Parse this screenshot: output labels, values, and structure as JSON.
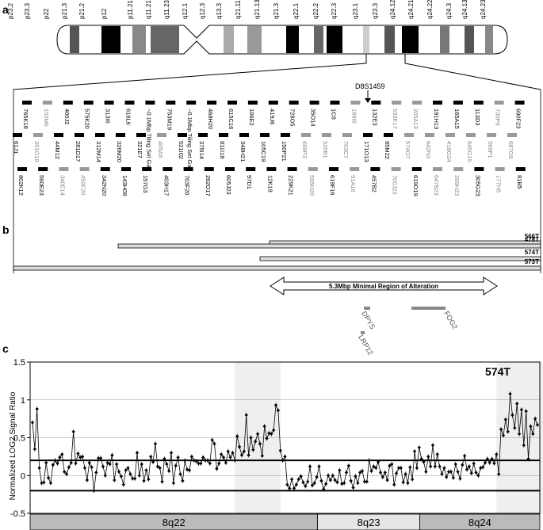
{
  "panels": {
    "a": "a",
    "b": "b",
    "c": "c"
  },
  "ideogram": {
    "bands": [
      "p23.2",
      "p23.3",
      "p22",
      "p21.3",
      "p21.2",
      "p12",
      "p11.21",
      "q11.21",
      "q11.23",
      "q12.1",
      "q12.3",
      "q13.3",
      "q21.11",
      "q21.13",
      "q21.3",
      "q22.1",
      "q22.2",
      "q22.3",
      "q23.1",
      "q23.3",
      "q24.12",
      "q24.21",
      "q24.22",
      "q24.3",
      "q24.13",
      "q24.23"
    ],
    "marker": "D8S1459"
  },
  "clones": {
    "row1": [
      {
        "label": "765K18",
        "c": "#000"
      },
      {
        "label": "155M6",
        "c": "#999"
      },
      {
        "label": "400J2",
        "c": "#000"
      },
      {
        "label": "575K20",
        "c": "#000"
      },
      {
        "label": "313I6",
        "c": "#000"
      },
      {
        "label": "616L6",
        "c": "#000"
      },
      {
        "label": "~0.1Mbp Tiling Set Gap",
        "c": "#000"
      },
      {
        "label": "753M19",
        "c": "#000"
      },
      {
        "label": "~0.1Mbp Tiling Set Gap",
        "c": "#000"
      },
      {
        "label": "468H20",
        "c": "#000"
      },
      {
        "label": "615C16",
        "c": "#000"
      },
      {
        "label": "106E2",
        "c": "#000"
      },
      {
        "label": "419J6",
        "c": "#000"
      },
      {
        "label": "728O5",
        "c": "#000"
      },
      {
        "label": "35O14",
        "c": "#000"
      },
      {
        "label": "1C8",
        "c": "#000"
      },
      {
        "label": "188I8",
        "c": "#999"
      },
      {
        "label": "132E3",
        "c": "#000"
      },
      {
        "label": "533K17",
        "c": "#999"
      },
      {
        "label": "205A13",
        "c": "#999"
      },
      {
        "label": "191H13",
        "c": "#000"
      },
      {
        "label": "165A15",
        "c": "#000"
      },
      {
        "label": "113D3",
        "c": "#000"
      },
      {
        "label": "730P6",
        "c": "#999"
      },
      {
        "label": "690F23",
        "c": "#000"
      }
    ],
    "row2": [
      {
        "label": "61J1",
        "c": "#000"
      },
      {
        "label": "391O18",
        "c": "#999"
      },
      {
        "label": "44M12",
        "c": "#000"
      },
      {
        "label": "281D17",
        "c": "#000"
      },
      {
        "label": "312M14",
        "c": "#000"
      },
      {
        "label": "326M20",
        "c": "#000"
      },
      {
        "label": "321E7",
        "c": "#000"
      },
      {
        "label": "405A5",
        "c": "#999"
      },
      {
        "label": "521I02",
        "c": "#000"
      },
      {
        "label": "375I14",
        "c": "#000"
      },
      {
        "label": "811I18",
        "c": "#000"
      },
      {
        "label": "348H21",
        "c": "#000"
      },
      {
        "label": "105C19",
        "c": "#000"
      },
      {
        "label": "150P21",
        "c": "#000"
      },
      {
        "label": "689P3",
        "c": "#999"
      },
      {
        "label": "520B1",
        "c": "#999"
      },
      {
        "label": "703C7",
        "c": "#999"
      },
      {
        "label": "171O13",
        "c": "#000"
      },
      {
        "label": "85M22",
        "c": "#000"
      },
      {
        "label": "574O7",
        "c": "#999"
      },
      {
        "label": "642N3",
        "c": "#999"
      },
      {
        "label": "418G24",
        "c": "#999"
      },
      {
        "label": "645G15",
        "c": "#999"
      },
      {
        "label": "568P1",
        "c": "#999"
      },
      {
        "label": "687O9",
        "c": "#999"
      }
    ],
    "row3": [
      {
        "label": "802K12",
        "c": "#000"
      },
      {
        "label": "560E23",
        "c": "#000"
      },
      {
        "label": "340E14",
        "c": "#999"
      },
      {
        "label": "459F20",
        "c": "#999"
      },
      {
        "label": "342N20",
        "c": "#000"
      },
      {
        "label": "143H08",
        "c": "#000"
      },
      {
        "label": "157G3",
        "c": "#000"
      },
      {
        "label": "403H17",
        "c": "#000"
      },
      {
        "label": "703F20",
        "c": "#000"
      },
      {
        "label": "262O17",
        "c": "#000"
      },
      {
        "label": "605J23",
        "c": "#000"
      },
      {
        "label": "97D1",
        "c": "#000"
      },
      {
        "label": "12K18",
        "c": "#000"
      },
      {
        "label": "229K21",
        "c": "#000"
      },
      {
        "label": "595H20",
        "c": "#999"
      },
      {
        "label": "619F16",
        "c": "#000"
      },
      {
        "label": "91A16",
        "c": "#999"
      },
      {
        "label": "457B2",
        "c": "#000"
      },
      {
        "label": "700J23",
        "c": "#999"
      },
      {
        "label": "619O19",
        "c": "#000"
      },
      {
        "label": "647B23",
        "c": "#999"
      },
      {
        "label": "269H23",
        "c": "#999"
      },
      {
        "label": "305G23",
        "c": "#000"
      },
      {
        "label": "177H8",
        "c": "#999"
      },
      {
        "label": "81B5",
        "c": "#000"
      }
    ]
  },
  "tumors": [
    "566T",
    "574T",
    "478T",
    "573T"
  ],
  "region_label": "5.3Mbp Minimal Region of Alteration",
  "genes": [
    "DPYS",
    "LRP12",
    "FOG2"
  ],
  "chart_data": {
    "type": "line",
    "title": "574T",
    "xlabel": "",
    "ylabel": "Normalized LOG2 Signal Ratio",
    "ylim": [
      -0.5,
      1.5
    ],
    "yticks": [
      "1.5",
      "1",
      "0.5",
      "0",
      "-0.5"
    ],
    "thresholds": [
      0.2,
      -0.2
    ],
    "regions": [
      {
        "name": "8q22",
        "from": 0,
        "to": 126
      },
      {
        "name": "8q23",
        "from": 126,
        "to": 171
      },
      {
        "name": "8q24",
        "from": 171,
        "to": 229
      }
    ],
    "shaded": [
      [
        90,
        108
      ],
      [
        205,
        229
      ]
    ],
    "values": [
      0.7,
      0.35,
      0.88,
      0.1,
      -0.1,
      -0.09,
      0.17,
      -0.03,
      -0.1,
      0.14,
      0.2,
      0.16,
      0.24,
      0.28,
      0.05,
      0.02,
      0.11,
      0.17,
      0.58,
      0.16,
      0.29,
      0.24,
      0.25,
      0.1,
      -0.06,
      0.17,
      0.11,
      -0.2,
      0.04,
      0.23,
      0.23,
      0.12,
      0.0,
      0.17,
      0.15,
      0.27,
      -0.06,
      0.15,
      0.05,
      -0.01,
      -0.12,
      0.07,
      0.1,
      0.02,
      -0.04,
      -0.04,
      0.3,
      0.0,
      0.15,
      -0.07,
      0.07,
      -0.05,
      0.25,
      0.18,
      0.42,
      0.12,
      0.1,
      -0.08,
      0.22,
      0.15,
      0.06,
      0.3,
      -0.1,
      0.13,
      0.24,
      0.02,
      -0.07,
      0.2,
      0.08,
      0.07,
      0.25,
      0.2,
      0.19,
      0.16,
      0.16,
      0.24,
      0.2,
      0.2,
      0.16,
      0.47,
      0.42,
      0.09,
      0.16,
      0.28,
      0.24,
      0.17,
      0.32,
      0.24,
      0.3,
      0.2,
      0.52,
      0.38,
      0.27,
      0.32,
      0.8,
      0.27,
      0.5,
      0.34,
      0.45,
      0.55,
      0.42,
      0.26,
      0.65,
      0.49,
      0.56,
      0.55,
      0.6,
      0.93,
      0.86,
      0.33,
      0.2,
      0.25,
      -0.12,
      -0.17,
      -0.05,
      -0.17,
      -0.12,
      -0.05,
      -0.01,
      -0.09,
      -0.14,
      -0.08,
      0.12,
      -0.13,
      -0.1,
      -0.02,
      0.12,
      -0.07,
      -0.18,
      -0.11,
      0.0,
      -0.06,
      0.0,
      -0.06,
      -0.09,
      0.07,
      -0.11,
      -0.1,
      0.04,
      0.13,
      -0.07,
      -0.16,
      -0.01,
      -0.1,
      0.04,
      0.06,
      -0.08,
      -0.08,
      0.2,
      0.06,
      0.12,
      0.1,
      0.18,
      0.04,
      -0.02,
      0.04,
      -0.06,
      0.13,
      0.15,
      -0.12,
      0.03,
      0.1,
      0.1,
      -0.09,
      0.02,
      -0.1,
      0.11,
      -0.05,
      0.32,
      0.1,
      0.37,
      0.22,
      0.18,
      0.05,
      0.25,
      0.12,
      0.4,
      0.12,
      0.28,
      0.12,
      0.02,
      0.1,
      -0.02,
      0.05,
      0.05,
      -0.03,
      0.15,
      0.05,
      -0.04,
      0.14,
      0.26,
      0.08,
      0.12,
      0.03,
      0.16,
      0.04,
      0.0,
      0.1,
      0.11,
      0.17,
      0.22,
      0.17,
      0.22,
      0.16,
      0.28,
      0.02,
      0.61,
      0.53,
      0.74,
      0.58,
      1.08,
      0.8,
      0.63,
      0.95,
      0.55,
      0.87,
      0.4,
      0.85,
      0.22,
      0.65,
      0.55,
      0.75,
      0.67
    ]
  }
}
